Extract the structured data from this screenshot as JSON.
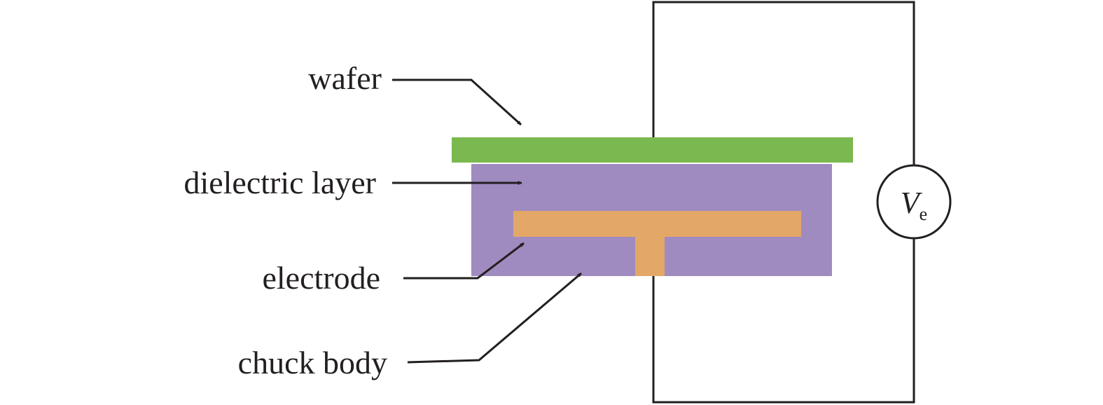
{
  "labels": {
    "wafer": "wafer",
    "dielectric_layer": "dielectric layer",
    "electrode": "electrode",
    "chuck_body": "chuck body"
  },
  "voltage_source": {
    "symbol": "V",
    "subscript": "e"
  },
  "colors": {
    "wafer": "#7ab94f",
    "dielectric_layer": "#a08bc0",
    "electrode": "#e3a867",
    "line": "#231f20"
  }
}
